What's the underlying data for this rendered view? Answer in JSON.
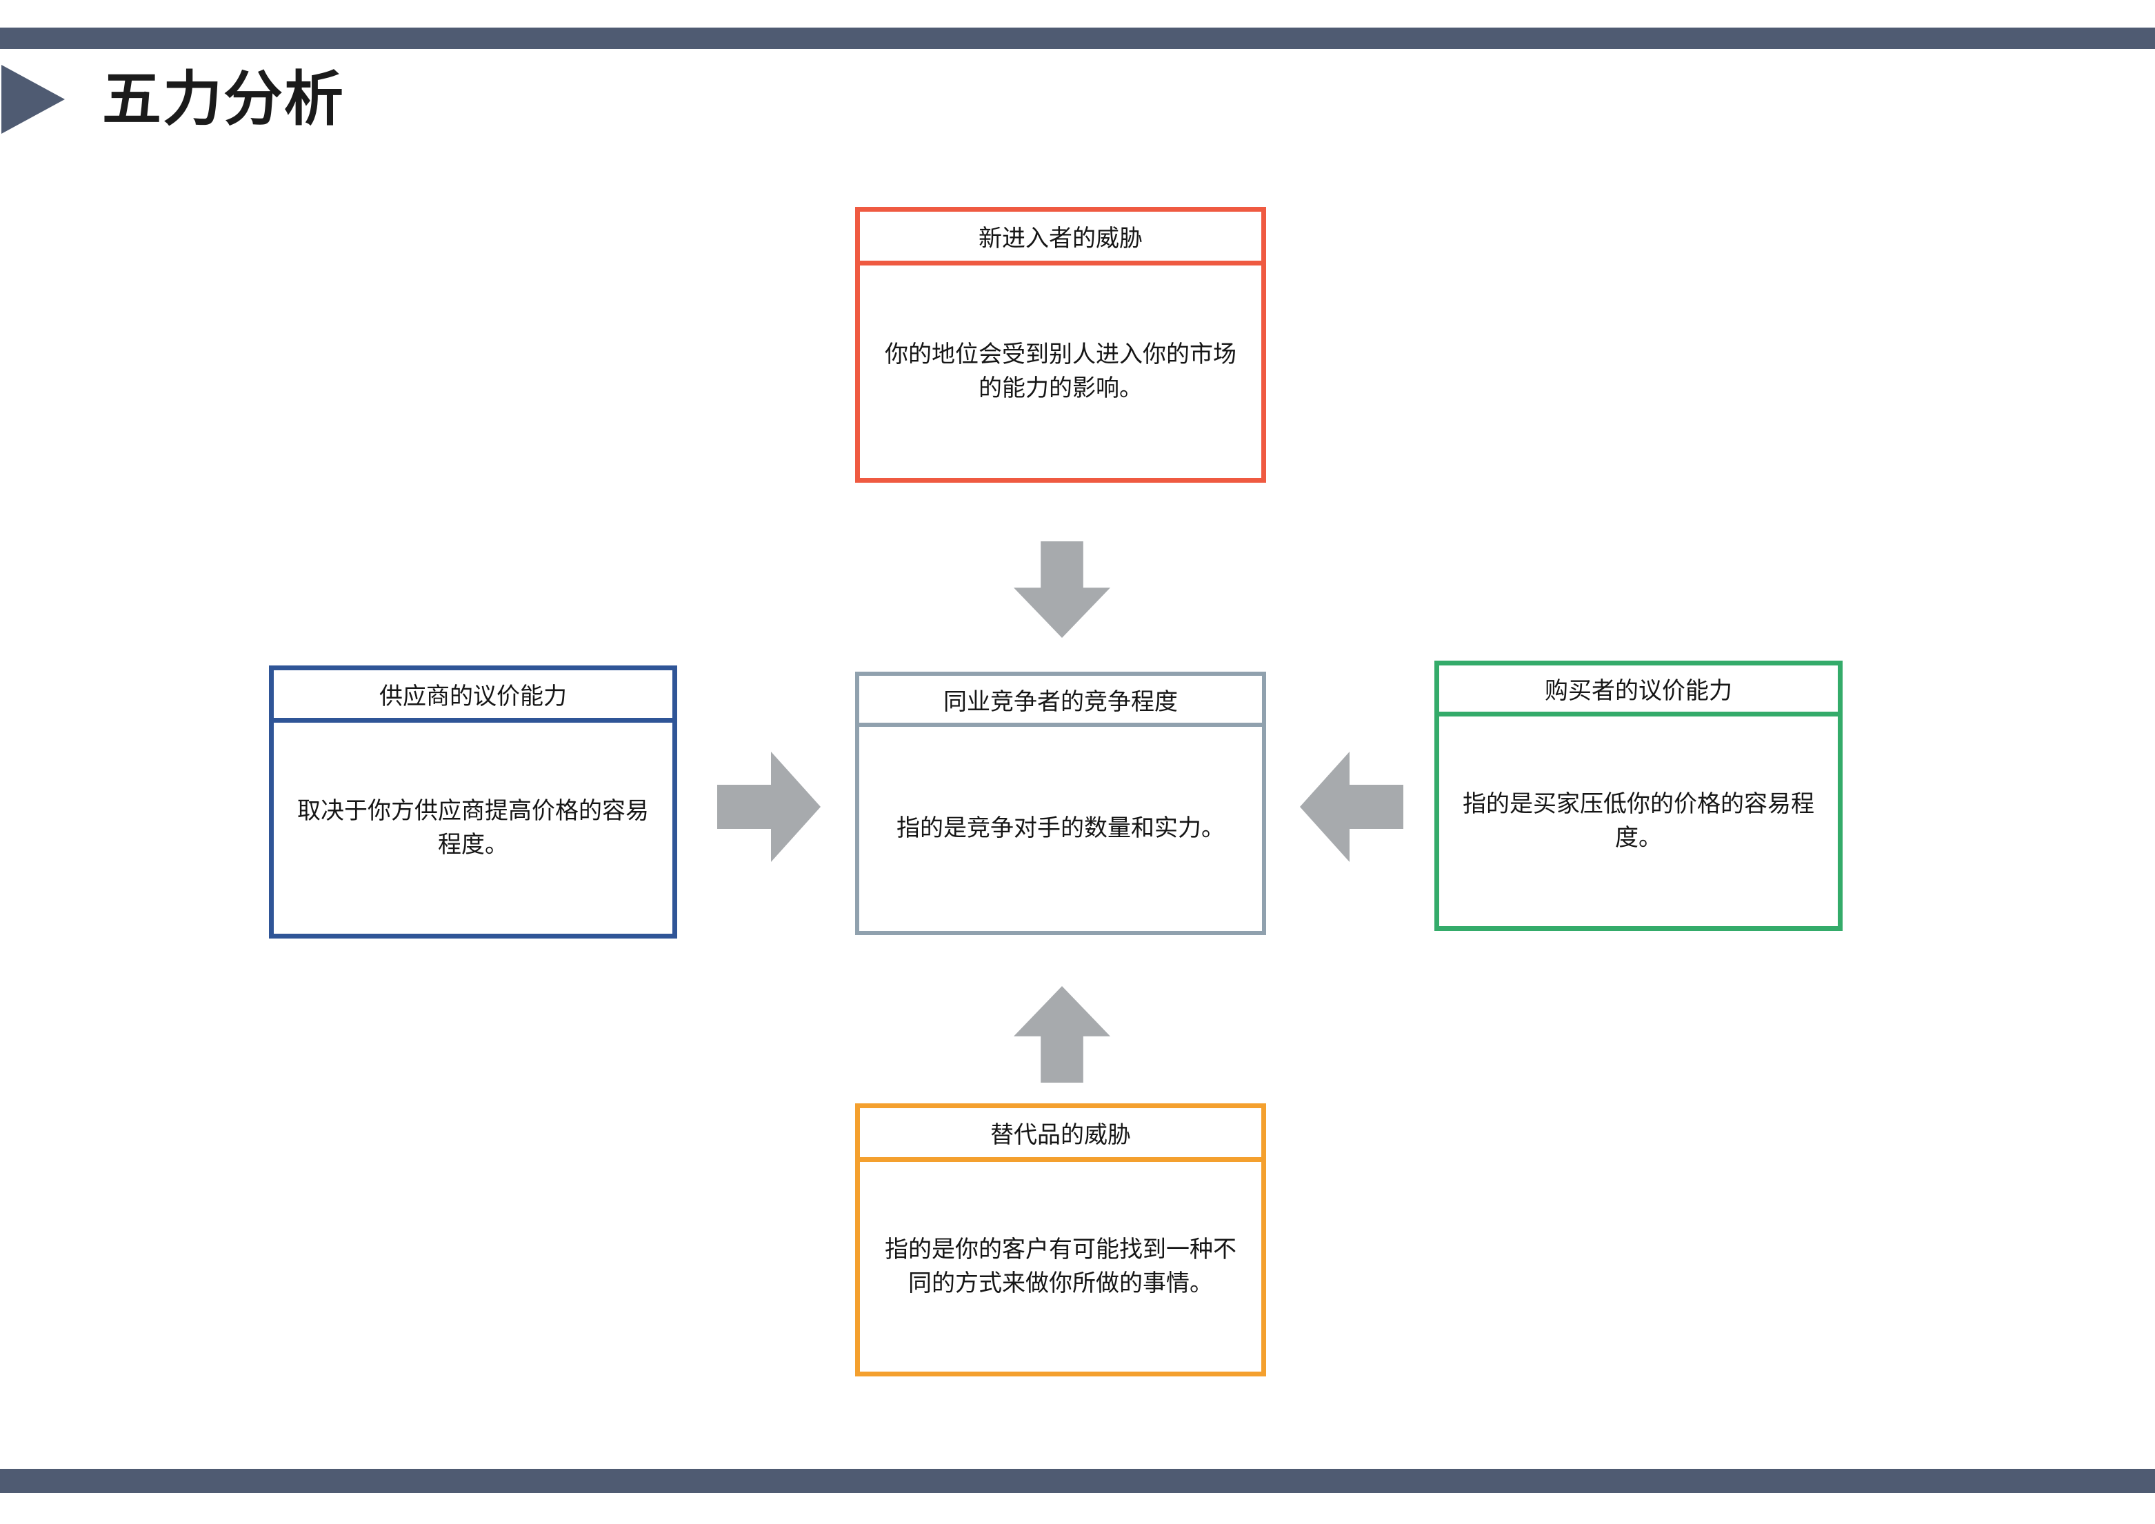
{
  "slide": {
    "title": "五力分析",
    "bullet_icon": "triangle-right-icon",
    "accent_color": "#4f5b72",
    "arrow_color": "#a7aaad"
  },
  "forces": {
    "new_entrants": {
      "title": "新进入者的威胁",
      "description": "你的地位会受到别人进入你的市场的能力的影响。",
      "color": "#ef5a41",
      "position": "top"
    },
    "suppliers": {
      "title": "供应商的议价能力",
      "description": "取决于你方供应商提高价格的容易程度。",
      "color": "#2f5597",
      "position": "left"
    },
    "rivalry": {
      "title": "同业竞争者的竞争程度",
      "description": "指的是竞争对手的数量和实力。",
      "color": "#90a1ae",
      "position": "center"
    },
    "buyers": {
      "title": "购买者的议价能力",
      "description": "指的是买家压低你的价格的容易程度。",
      "color": "#34ab6a",
      "position": "right"
    },
    "substitutes": {
      "title": "替代品的威胁",
      "description": "指的是你的客户有可能找到一种不同的方式来做你所做的事情。",
      "color": "#f4a02e",
      "position": "bottom"
    }
  },
  "arrows": [
    {
      "name": "arrow-down-icon",
      "from": "new_entrants",
      "to": "rivalry",
      "direction": "down"
    },
    {
      "name": "arrow-right-icon",
      "from": "suppliers",
      "to": "rivalry",
      "direction": "right"
    },
    {
      "name": "arrow-left-icon",
      "from": "buyers",
      "to": "rivalry",
      "direction": "left"
    },
    {
      "name": "arrow-up-icon",
      "from": "substitutes",
      "to": "rivalry",
      "direction": "up"
    }
  ]
}
